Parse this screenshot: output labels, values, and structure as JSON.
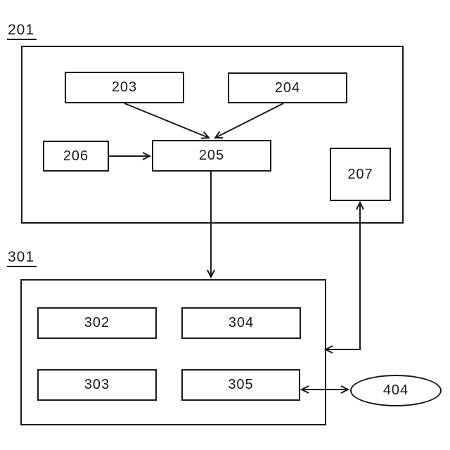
{
  "figure": {
    "background": "#ffffff",
    "line_color": "#1a1a1a",
    "text_color": "#1a1a1a",
    "groups": [
      {
        "id": "201",
        "label": "201"
      },
      {
        "id": "301",
        "label": "301"
      }
    ],
    "nodes": [
      {
        "id": "203",
        "label": "203",
        "shape": "rect",
        "group": "201"
      },
      {
        "id": "204",
        "label": "204",
        "shape": "rect",
        "group": "201"
      },
      {
        "id": "205",
        "label": "205",
        "shape": "rect",
        "group": "201"
      },
      {
        "id": "206",
        "label": "206",
        "shape": "rect",
        "group": "201"
      },
      {
        "id": "207",
        "label": "207",
        "shape": "rect",
        "group": "201"
      },
      {
        "id": "302",
        "label": "302",
        "shape": "rect",
        "group": "301"
      },
      {
        "id": "303",
        "label": "303",
        "shape": "rect",
        "group": "301"
      },
      {
        "id": "304",
        "label": "304",
        "shape": "rect",
        "group": "301"
      },
      {
        "id": "305",
        "label": "305",
        "shape": "rect",
        "group": "301"
      },
      {
        "id": "404",
        "label": "404",
        "shape": "ellipse",
        "group": null
      }
    ],
    "connections": [
      {
        "from": "203",
        "to": "205",
        "type": "arrow"
      },
      {
        "from": "204",
        "to": "205",
        "type": "arrow"
      },
      {
        "from": "206",
        "to": "205",
        "type": "arrow"
      },
      {
        "from": "205",
        "to": "301",
        "type": "arrow"
      },
      {
        "from": "301",
        "to": "207",
        "type": "double-arrow"
      },
      {
        "from": "305",
        "to": "404",
        "type": "double-arrow"
      }
    ]
  }
}
